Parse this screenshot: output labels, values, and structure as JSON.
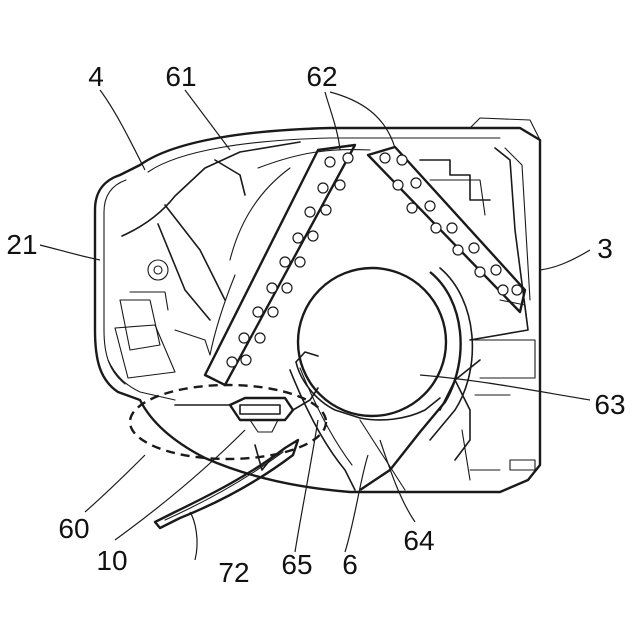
{
  "figure": {
    "labels": [
      {
        "id": "4",
        "text": "4"
      },
      {
        "id": "61",
        "text": "61"
      },
      {
        "id": "62",
        "text": "62"
      },
      {
        "id": "21",
        "text": "21"
      },
      {
        "id": "3",
        "text": "3"
      },
      {
        "id": "63",
        "text": "63"
      },
      {
        "id": "60",
        "text": "60"
      },
      {
        "id": "10",
        "text": "10"
      },
      {
        "id": "72",
        "text": "72"
      },
      {
        "id": "65",
        "text": "65"
      },
      {
        "id": "6",
        "text": "6"
      },
      {
        "id": "64",
        "text": "64"
      }
    ]
  }
}
